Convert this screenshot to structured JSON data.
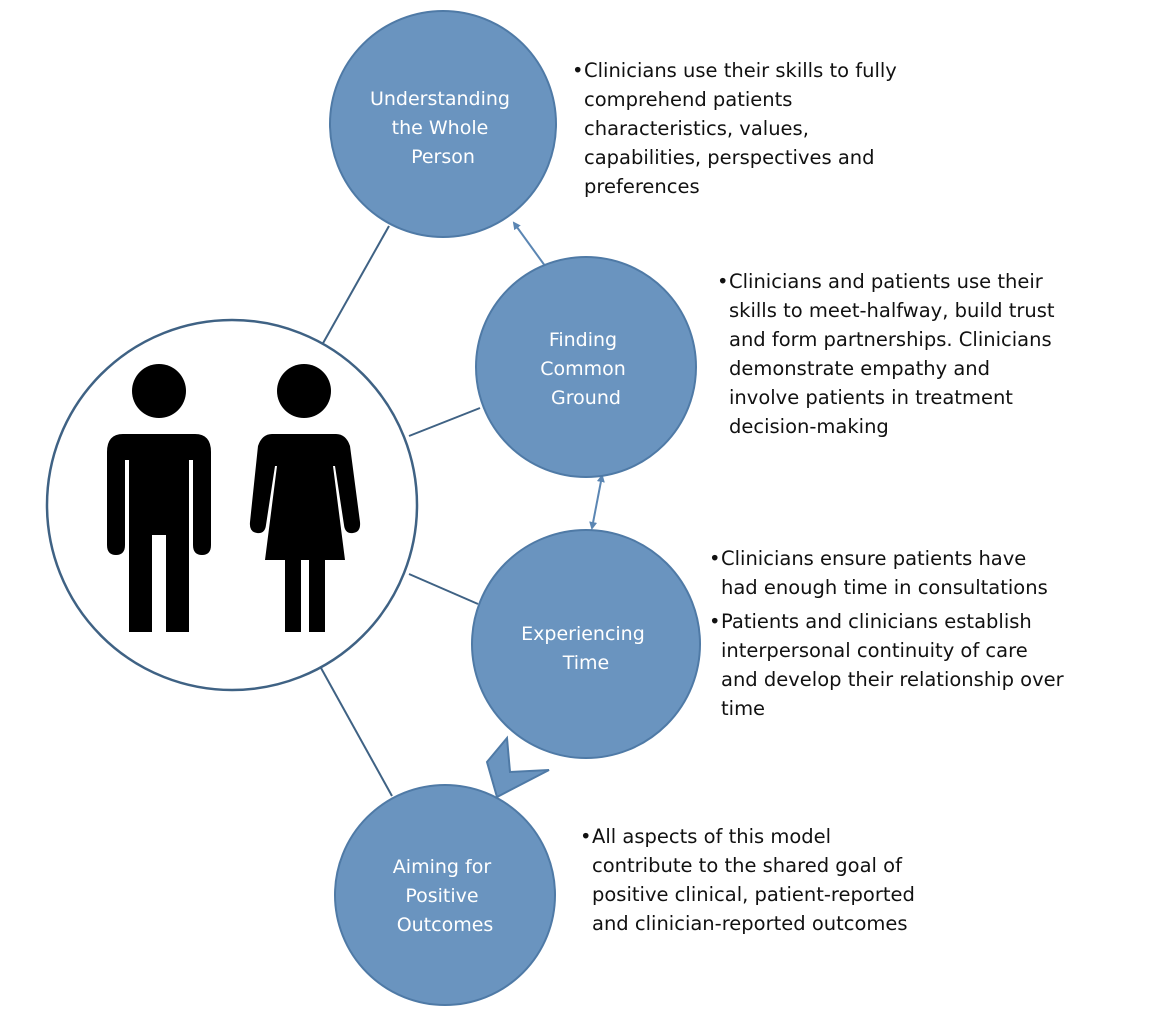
{
  "colors": {
    "node_fill": "#6a94bf",
    "node_stroke": "#4f7aa6",
    "line": "#3f6284",
    "arrow": "#5b86b3",
    "figure": "#000000"
  },
  "nodes": {
    "understanding": [
      "Understanding",
      "the Whole",
      "Person"
    ],
    "common_ground": [
      "Finding",
      "Common",
      "Ground"
    ],
    "experiencing": [
      "Experiencing",
      "Time"
    ],
    "aiming": [
      "Aiming for",
      "Positive",
      "Outcomes"
    ]
  },
  "center": {
    "icon": "man-and-woman-icons"
  },
  "descriptions": {
    "understanding": [
      "Clinicians use their skills to fully comprehend patients characteristics, values, capabilities, perspectives and preferences"
    ],
    "common_ground": [
      "Clinicians and patients use their skills to meet-halfway, build trust and form partnerships. Clinicians demonstrate empathy and involve patients in treatment decision-making"
    ],
    "experiencing": [
      "Clinicians ensure patients have had enough time in consultations",
      "Patients and clinicians establish interpersonal continuity of care and develop their relationship over time"
    ],
    "aiming": [
      "All aspects of this model contribute to the shared goal of positive clinical, patient-reported and clinician-reported outcomes"
    ]
  },
  "bullet_symbol": "•"
}
